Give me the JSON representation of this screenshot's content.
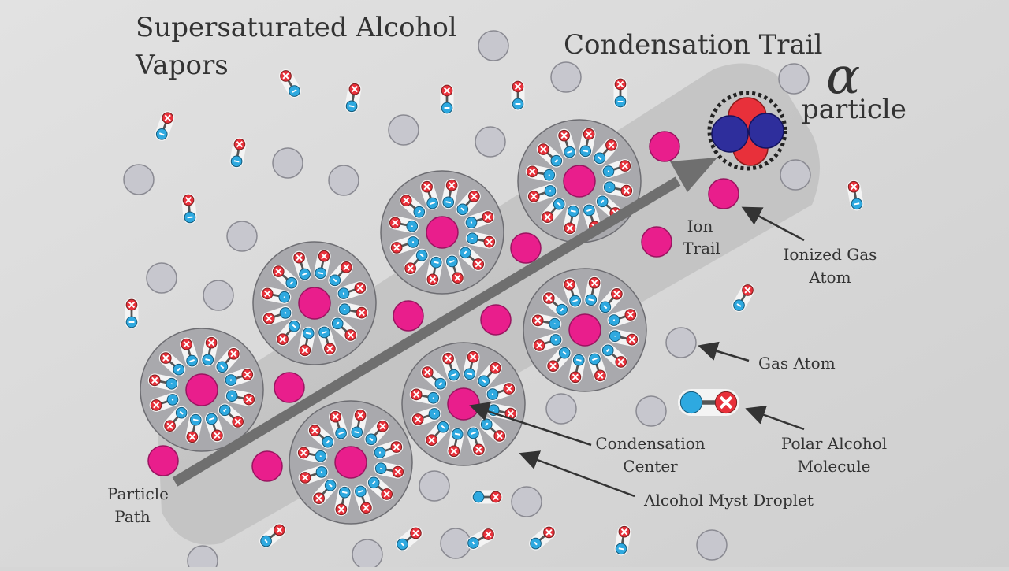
{
  "title_lines": [
    "Supersaturated Alcohol",
    "Vapors"
  ],
  "trail_title": "Condensation Trail",
  "alpha_symbol": "α",
  "alpha_word": "particle",
  "labels": {
    "ion_trail": [
      "Ion",
      "Trail"
    ],
    "ionized_gas_atom": [
      "Ionized Gas",
      "Atom"
    ],
    "gas_atom": "Gas Atom",
    "polar_alcohol_molecule": [
      "Polar Alcohol",
      "Molecule"
    ],
    "condensation_center": [
      "Condensation",
      "Center"
    ],
    "alcohol_myst_droplet": "Alcohol Myst Droplet",
    "particle_path": [
      "Particle",
      "Path"
    ]
  },
  "colors": {
    "background": "#d6d6d6",
    "gas_atom": "#c7c7ce",
    "ion": "#e91e8c",
    "negative_pole": "#2ea9e0",
    "positive_pole": "#e8303a",
    "proton": "#e8303a",
    "neutron": "#2e2e9c",
    "droplet": "#a9a9ad",
    "trail": "#bdbdbd",
    "arrow": "#6f6f6f"
  },
  "icons": {
    "gas_atom": "grey-circle",
    "ion": "magenta-circle",
    "molecule": "dumbbell-plus-minus",
    "alpha": "two-protons-two-neutrons"
  }
}
